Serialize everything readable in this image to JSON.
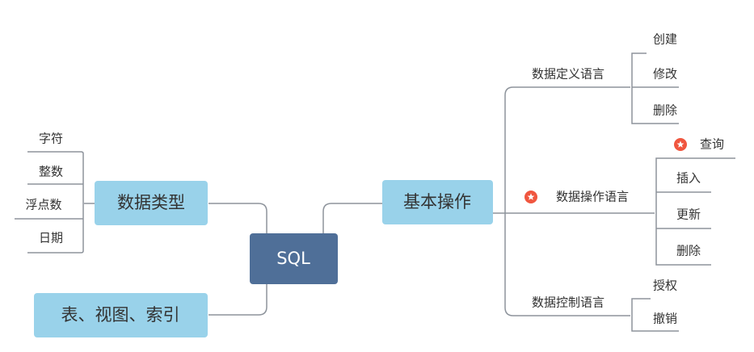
{
  "center": {
    "label": "SQL"
  },
  "colors": {
    "center_fill": "#4f6f98",
    "topic_fill": "#99d2ea",
    "line": "#8d939b",
    "star": "#f0563f"
  },
  "left": {
    "data_types": {
      "label": "数据类型",
      "children": [
        "字符",
        "整数",
        "浮点数",
        "日期"
      ]
    },
    "objects": {
      "label": "表、视图、索引"
    }
  },
  "right": {
    "basic_ops": {
      "label": "基本操作",
      "ddl": {
        "label": "数据定义语言",
        "children": [
          "创建",
          "修改",
          "删除"
        ]
      },
      "dml": {
        "label": "数据操作语言",
        "marker": "star-icon",
        "children": [
          {
            "label": "查询",
            "marker": "star-icon"
          },
          {
            "label": "插入"
          },
          {
            "label": "更新"
          },
          {
            "label": "删除"
          }
        ]
      },
      "dcl": {
        "label": "数据控制语言",
        "children": [
          "授权",
          "撤销"
        ]
      }
    }
  }
}
